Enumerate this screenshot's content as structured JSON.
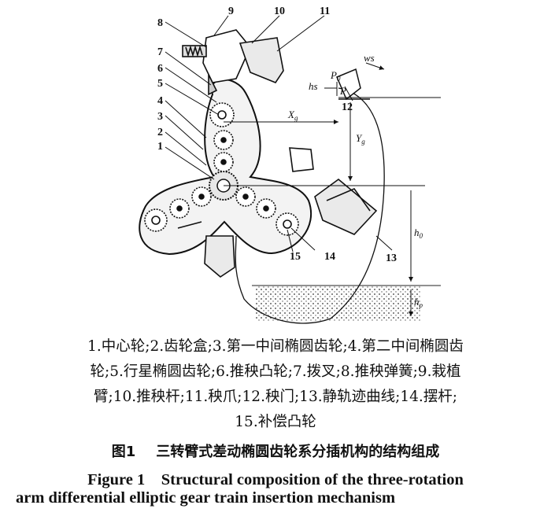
{
  "figure": {
    "labels": [
      "1",
      "2",
      "3",
      "4",
      "5",
      "6",
      "7",
      "8",
      "9",
      "10",
      "11",
      "12",
      "13",
      "14",
      "15"
    ],
    "dims": {
      "ws": "ws",
      "hs": "hs",
      "p0": "P",
      "p0sub": "0",
      "p": "P",
      "xg": "X",
      "xgsub": "g",
      "yg": "Y",
      "ygsub": "g",
      "h0": "h",
      "h0sub": "0",
      "hp": "h",
      "hpsub": "p"
    }
  },
  "legend": {
    "line1": "1.中心轮;2.齿轮盒;3.第一中间椭圆齿轮;4.第二中间椭圆齿",
    "line2": "轮;5.行星椭圆齿轮;6.推秧凸轮;7.拨叉;8.推秧弹簧;9.栽植",
    "line3": "臂;10.推秧杆;11.秧爪;12.秧门;13.静轨迹曲线;14.摆杆;",
    "line4": "15.补偿凸轮"
  },
  "caption": {
    "cn_label": "图1",
    "cn_title": "三转臂式差动椭圆齿轮系分插机构的结构组成",
    "en_line1": "Figure 1　Structural composition of the three-rotation",
    "en_line2": "arm differential elliptic gear train insertion  mechanism"
  }
}
